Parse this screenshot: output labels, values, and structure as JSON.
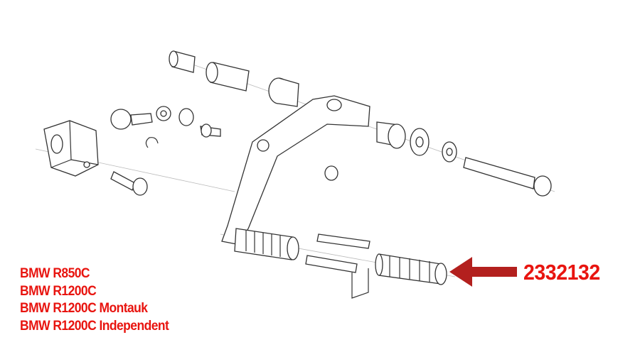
{
  "models": [
    "BMW R850C",
    "BMW R1200C",
    "BMW R1200C Montauk",
    "BMW R1200C Independent"
  ],
  "part_number": "2332132",
  "colors": {
    "label_text": "#e8140f",
    "arrow": "#b3201e",
    "line_art": "#333333"
  },
  "icons": {
    "pointer": "arrow-left-icon"
  }
}
